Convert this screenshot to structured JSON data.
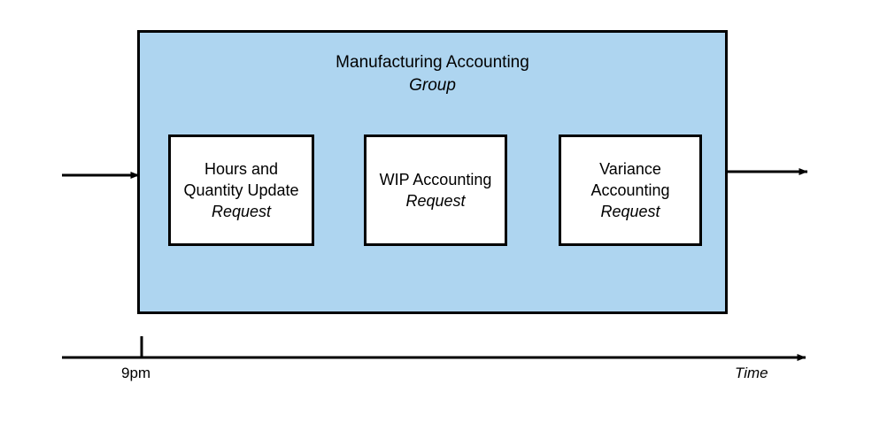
{
  "diagram": {
    "group": {
      "title_line1": "Manufacturing Accounting",
      "title_line2": "Group",
      "fill_color": "#AED5F0",
      "border_color": "#000000"
    },
    "processes": [
      {
        "name_line1": "Hours and",
        "name_line2": "Quantity Update",
        "type_label": "Request"
      },
      {
        "name_line1": "WIP Accounting",
        "name_line2": "",
        "type_label": "Request"
      },
      {
        "name_line1": "Variance",
        "name_line2": "Accounting",
        "type_label": "Request"
      }
    ],
    "connectors": [
      {
        "name": "input-arrow",
        "from": "external",
        "to": "manufacturing-accounting-group"
      },
      {
        "name": "arrow-1-to-2",
        "from": "hours-and-quantity-update",
        "to": "wip-accounting"
      },
      {
        "name": "arrow-2-to-3",
        "from": "wip-accounting",
        "to": "variance-accounting"
      },
      {
        "name": "output-arrow",
        "from": "manufacturing-accounting-group",
        "to": "external"
      }
    ],
    "timeline": {
      "tick_label": "9pm",
      "axis_label": "Time"
    }
  }
}
